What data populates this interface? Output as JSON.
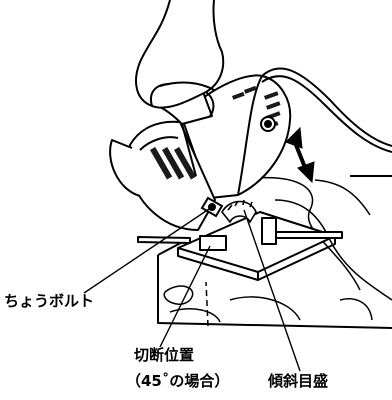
{
  "labels": {
    "wing_bolt": "ちょうボルト",
    "cut_position": "切断位置",
    "cut_position_note": "（45˚の場合）",
    "bevel_scale": "傾斜目盛"
  },
  "colors": {
    "line": "#000000",
    "background": "#ffffff",
    "fill_dark": "#1a1a1a"
  },
  "icons": {
    "arrow": "double-headed-arrow"
  }
}
